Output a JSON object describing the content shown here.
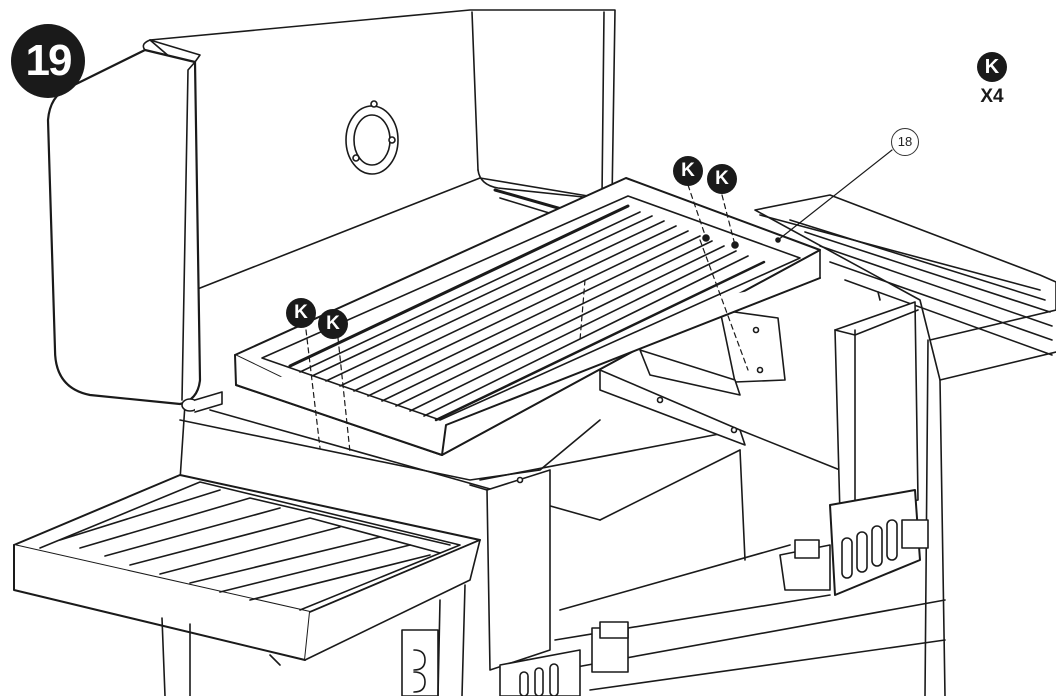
{
  "step": {
    "number": "19"
  },
  "hardware": {
    "letter": "K",
    "quantity": "X4"
  },
  "callouts": [
    {
      "label": "18"
    }
  ],
  "k_marks": [
    {
      "letter": "K"
    },
    {
      "letter": "K"
    },
    {
      "letter": "K"
    },
    {
      "letter": "K"
    }
  ]
}
